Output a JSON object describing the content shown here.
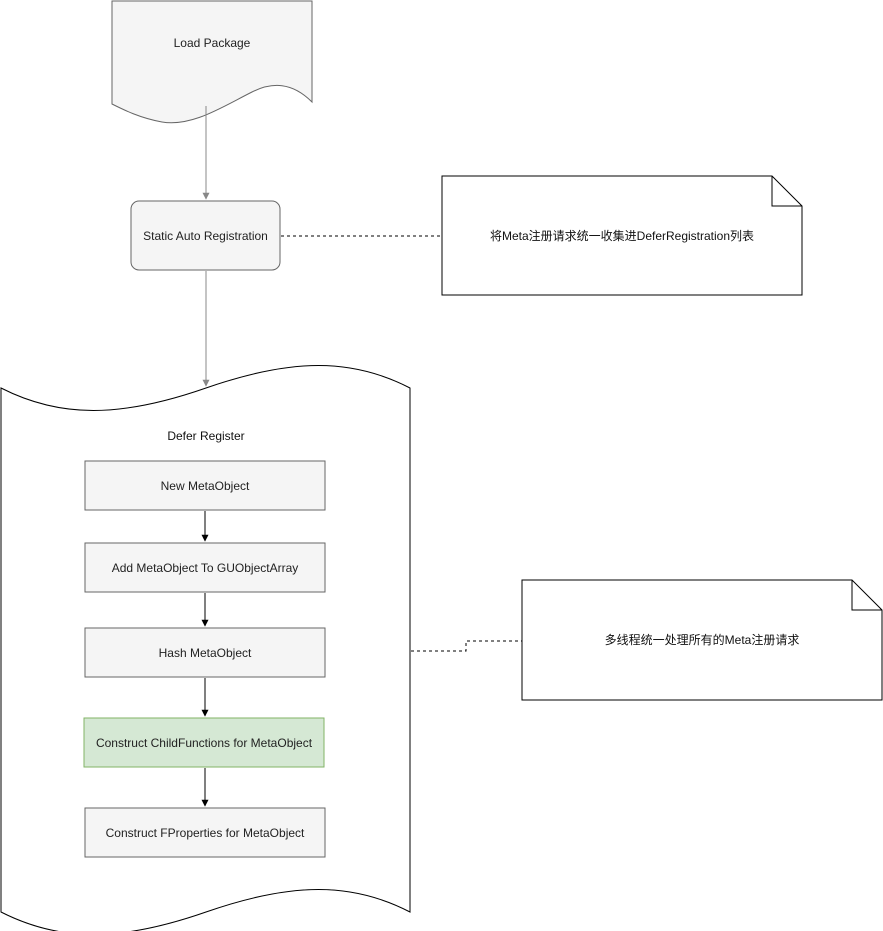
{
  "nodes": {
    "load_package": "Load Package",
    "static_auto_registration": "Static Auto Registration",
    "defer_register": "Defer Register",
    "new_metaobject": "New MetaObject",
    "add_metaobject": "Add MetaObject To GUObjectArray",
    "hash_metaobject": "Hash MetaObject",
    "construct_childfunctions": "Construct ChildFunctions for MetaObject",
    "construct_fproperties": "Construct FProperties for MetaObject"
  },
  "notes": {
    "note_1": "将Meta注册请求统一收集进DeferRegistration列表",
    "note_2": "多线程统一处理所有的Meta注册请求"
  },
  "colors": {
    "stroke": "#000000",
    "default_fill": "#f5f5f5",
    "default_stroke": "#666666",
    "highlight_fill": "#d5e8d4",
    "highlight_stroke": "#82b366",
    "connector": "#888888"
  }
}
